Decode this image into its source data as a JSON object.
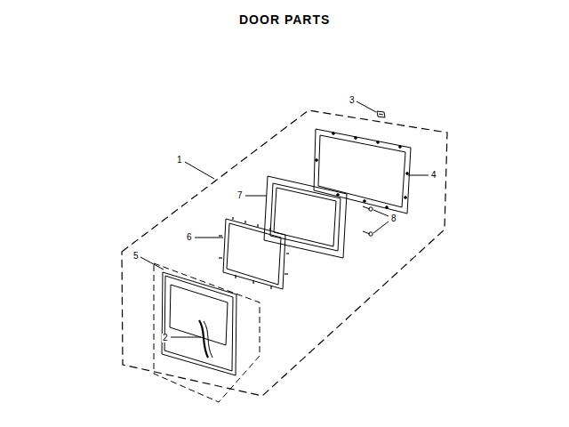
{
  "diagram": {
    "title": "DOOR PARTS",
    "labels": [
      "1",
      "2",
      "3",
      "4",
      "5",
      "6",
      "7",
      "8"
    ]
  }
}
